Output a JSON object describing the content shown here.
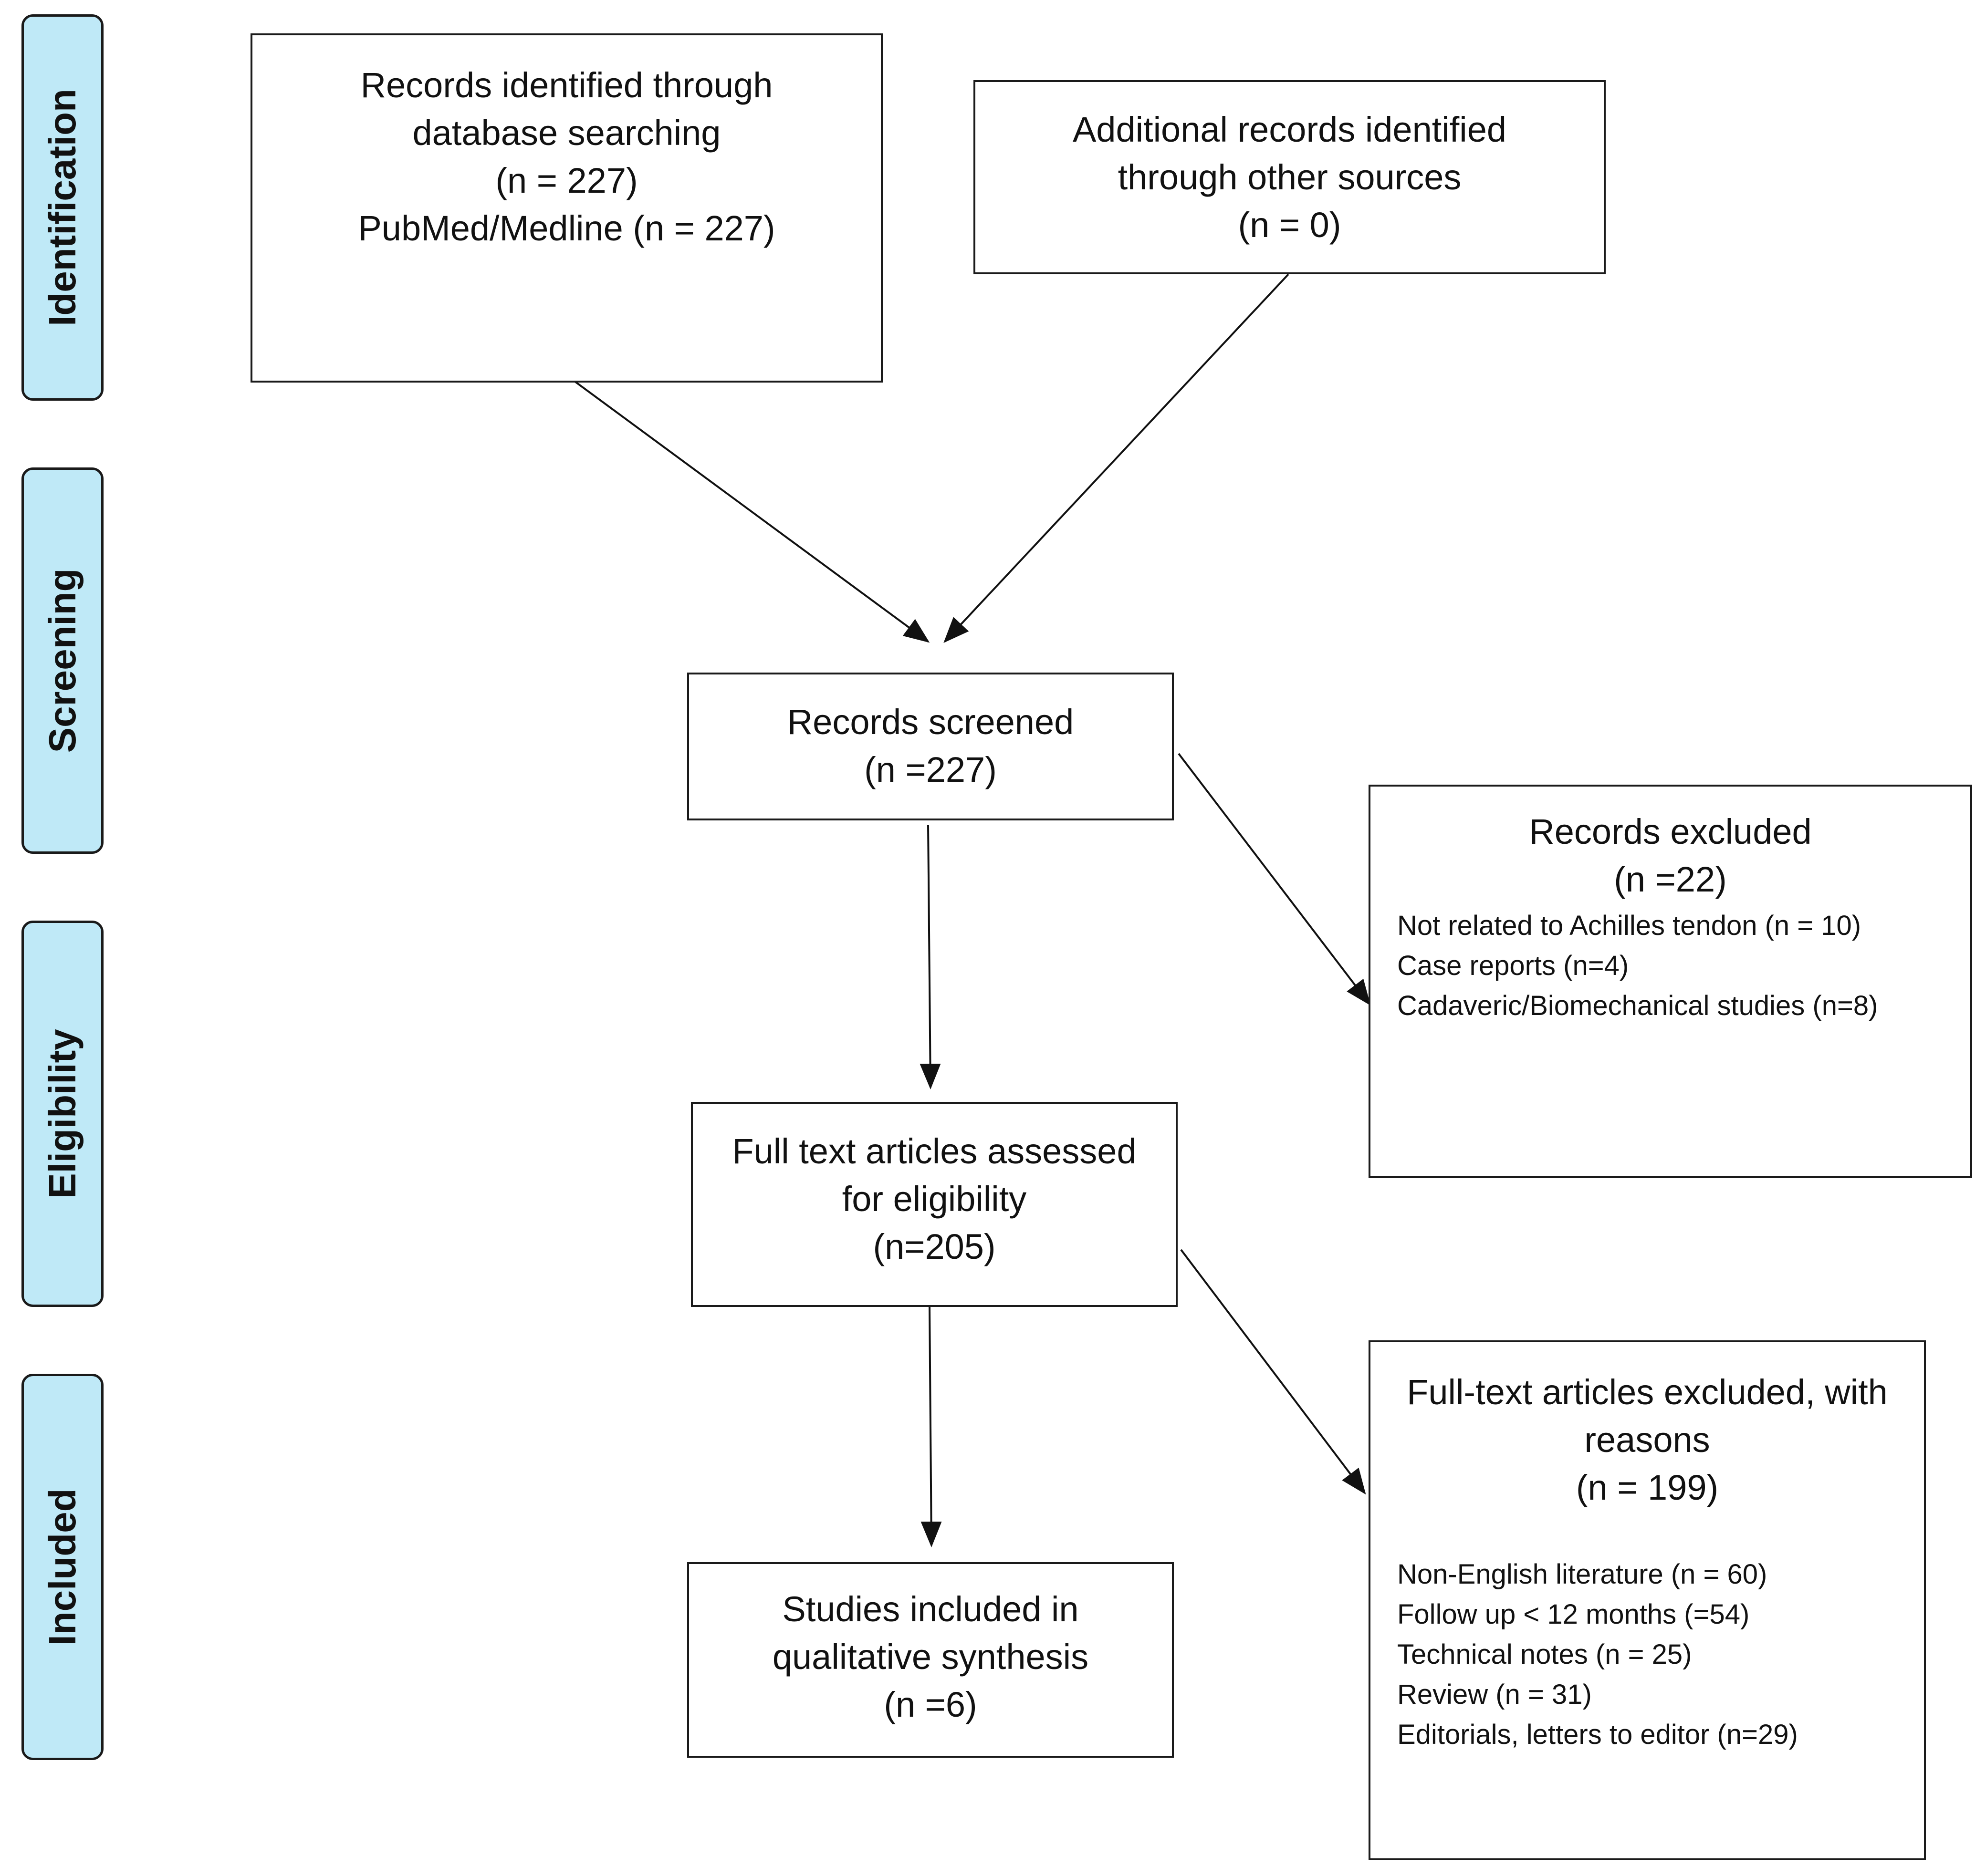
{
  "stages": {
    "identification": "Identification",
    "screening": "Screening",
    "eligibility": "Eligibility",
    "included": "Included"
  },
  "boxes": {
    "database_records": {
      "lines": [
        "Records identified through",
        "database searching",
        "(n = 227)",
        "PubMed/Medline (n = 227)"
      ]
    },
    "additional_records": {
      "lines": [
        "Additional records identified",
        "through other sources",
        "(n = 0)"
      ]
    },
    "records_screened": {
      "lines": [
        "Records screened",
        "(n =227)"
      ]
    },
    "records_excluded": {
      "lines": [
        "Records excluded",
        "(n =22)"
      ],
      "reasons": [
        "Not related to Achilles tendon (n = 10)",
        "Case reports (n=4)",
        "Cadaveric/Biomechanical studies (n=8)"
      ]
    },
    "full_text_assessed": {
      "lines": [
        "Full text articles assessed",
        "for eligibility",
        "(n=205)"
      ]
    },
    "full_text_excluded": {
      "lines": [
        "Full-text articles excluded, with",
        "reasons",
        "(n = 199)"
      ],
      "reasons": [
        "Non-English literature (n = 60)",
        "Follow up < 12 months (=54)",
        "Technical notes (n = 25)",
        "Review (n = 31)",
        "Editorials, letters to editor (n=29)"
      ]
    },
    "studies_included": {
      "lines": [
        "Studies included in",
        "qualitative synthesis",
        "(n =6)"
      ]
    }
  }
}
